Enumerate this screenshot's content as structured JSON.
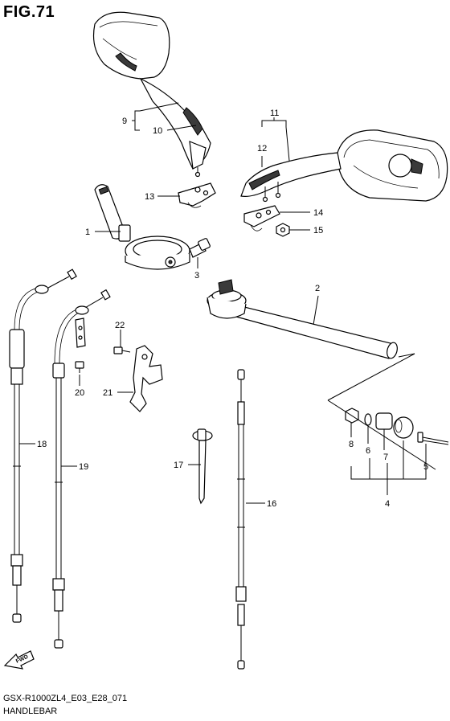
{
  "figure": {
    "title": "FIG.71",
    "model_code": "GSX-R1000ZL4_E03_E28_071",
    "section_name": "HANDLEBAR",
    "fwd_label": "FWD"
  },
  "callouts": {
    "c1": "1",
    "c2": "2",
    "c3": "3",
    "c4": "4",
    "c5": "5",
    "c6": "6",
    "c7": "7",
    "c8": "8",
    "c9": "9",
    "c10": "10",
    "c11": "11",
    "c12": "12",
    "c13": "13",
    "c14": "14",
    "c15": "15",
    "c16": "16",
    "c17": "17",
    "c18": "18",
    "c19": "19",
    "c20": "20",
    "c21": "21",
    "c22": "22"
  }
}
